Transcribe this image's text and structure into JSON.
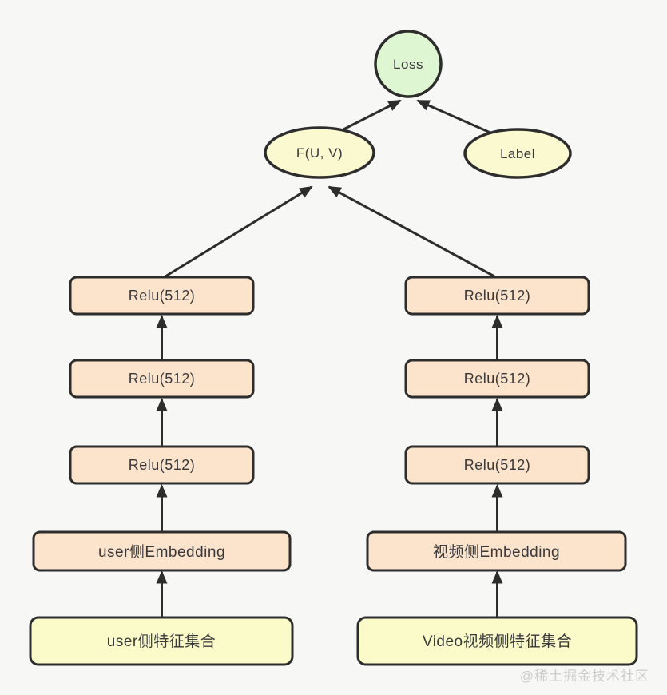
{
  "colors": {
    "background": "#f7f7f6",
    "stroke": "#2d2d2d",
    "loss_fill": "#def6d2",
    "ellipse_fill": "#fbf9d0",
    "relu_fill": "#fbe3cc",
    "embedding_fill": "#fbe3cc",
    "feature_fill": "#fafbc8",
    "text": "#39393b",
    "watermark": "#c8c8c8"
  },
  "nodes": {
    "loss": "Loss",
    "fuv": "F(U, V)",
    "label": "Label",
    "relu": "Relu(512)",
    "user_embedding": "user侧Embedding",
    "video_embedding": "视频侧Embedding",
    "user_features": "user侧特征集合",
    "video_features": "Video视频侧特征集合"
  },
  "watermark": "@稀土掘金技术社区"
}
